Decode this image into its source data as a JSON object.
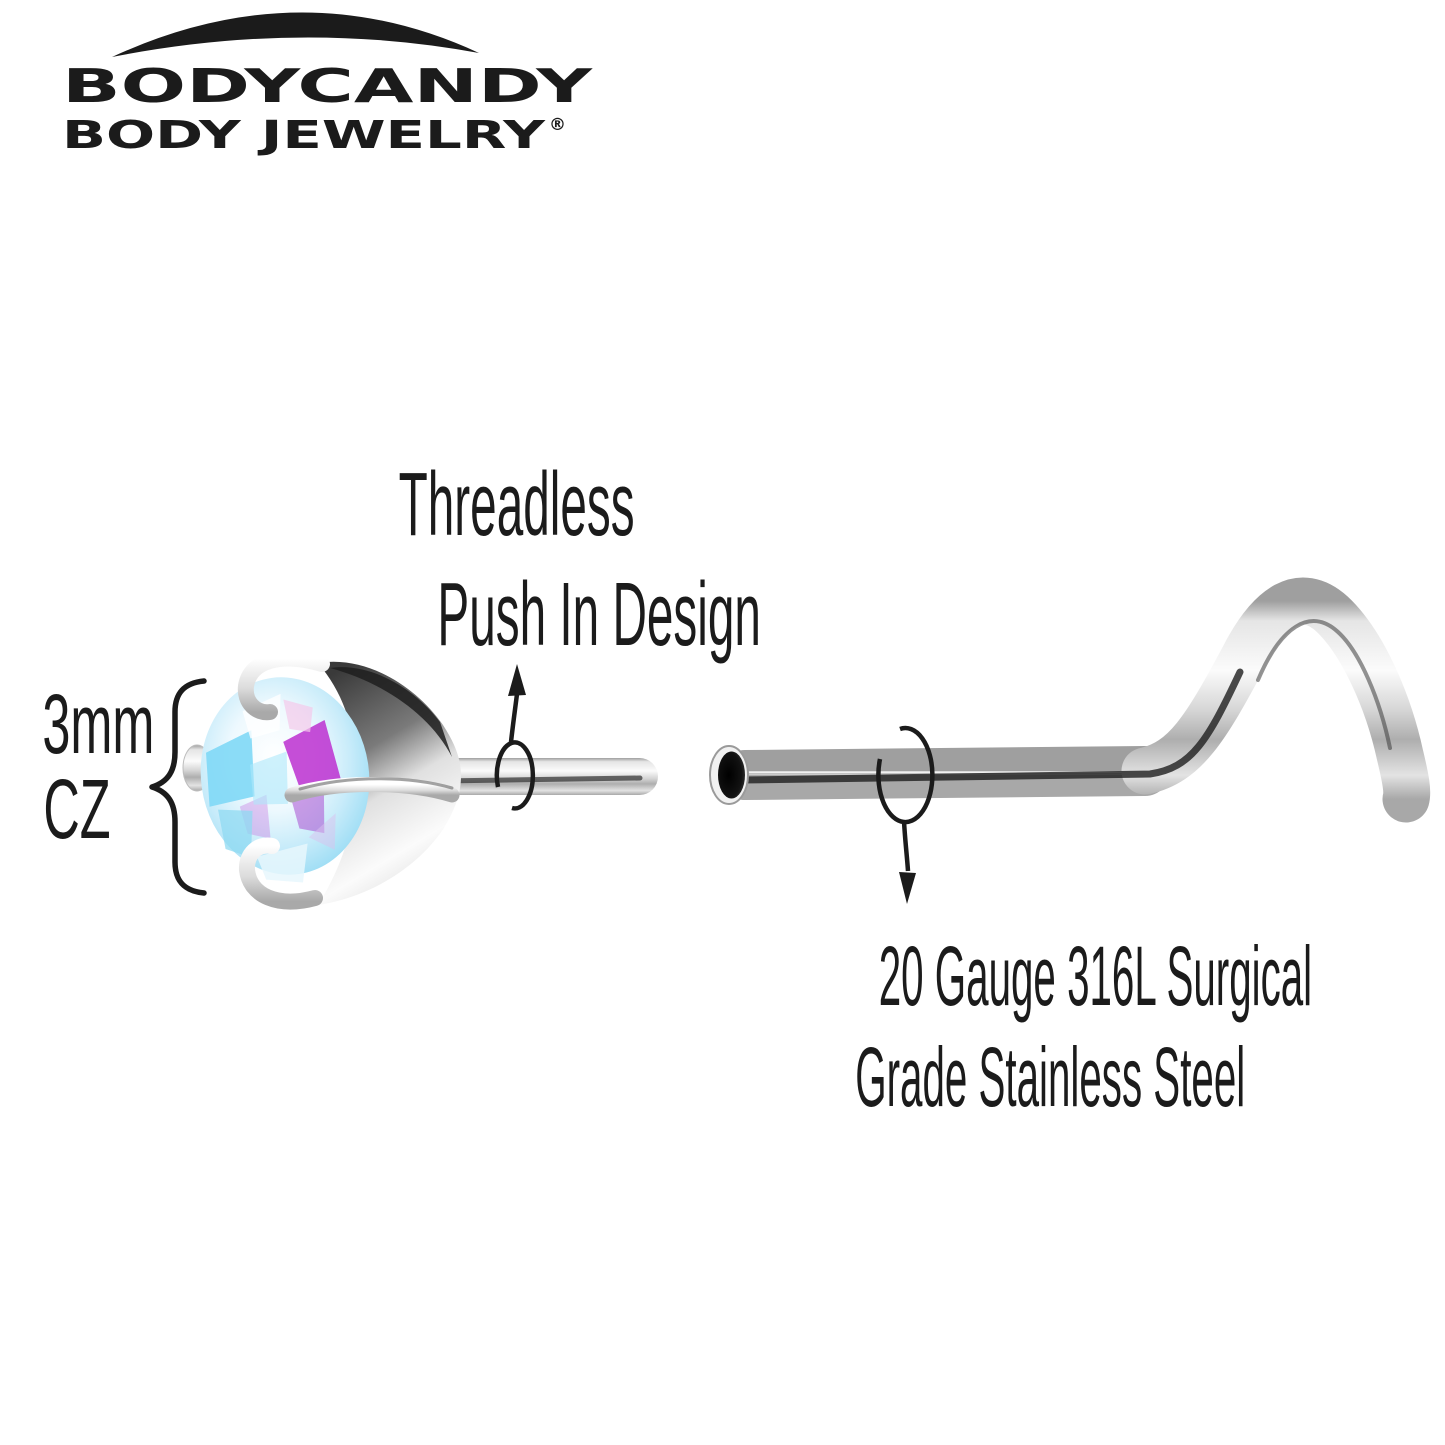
{
  "brand": {
    "wordmark": "BODYCANDY",
    "tagline": "BODY JEWELRY",
    "registered": "®"
  },
  "labels": {
    "design": {
      "line1": "Threadless",
      "line2": "Push In Design"
    },
    "size": {
      "line1": "3mm",
      "line2": "CZ"
    },
    "material": {
      "line1": "20 Gauge 316L Surgical",
      "line2": "Grade Stainless Steel"
    }
  },
  "colors": {
    "ink": "#1b1b1b",
    "background": "#ffffff",
    "metal_highlight": "#fafafa",
    "metal_mid": "#9c9c9c",
    "metal_shadow": "#2e2e2e",
    "gem_cyan": "#7fd8f6",
    "gem_magenta": "#bc2fd0",
    "gem_white": "#ffffff"
  }
}
